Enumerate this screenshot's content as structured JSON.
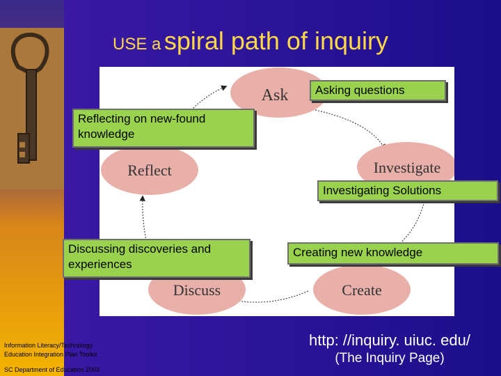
{
  "slide": {
    "title_small": "USE a",
    "title_big": "spiral path of inquiry",
    "cycle": {
      "ask": "Ask",
      "investigate": "Investigate",
      "create": "Create",
      "discuss": "Discuss",
      "reflect": "Reflect"
    },
    "callouts": {
      "ask": "Asking questions",
      "reflect": "Reflecting on new-found knowledge",
      "investigate": "Investigating Solutions",
      "discuss": "Discussing discoveries and experiences",
      "create": "Creating new knowledge"
    },
    "footer": {
      "line1": "Information Literacy/Technology",
      "line2": "Education Integration Plan Toolkit",
      "line3": "SC Department of Education 2003"
    },
    "url": "http: //inquiry. uiuc. edu/",
    "url_caption": "(The Inquiry Page)"
  },
  "colors": {
    "background_blue": "#1a0f8a",
    "title_yellow": "#ffd84a",
    "callout_green": "#99d24c",
    "ellipse_pink": "#e8b0a8"
  },
  "icons": {
    "key": "antique-key-icon"
  }
}
